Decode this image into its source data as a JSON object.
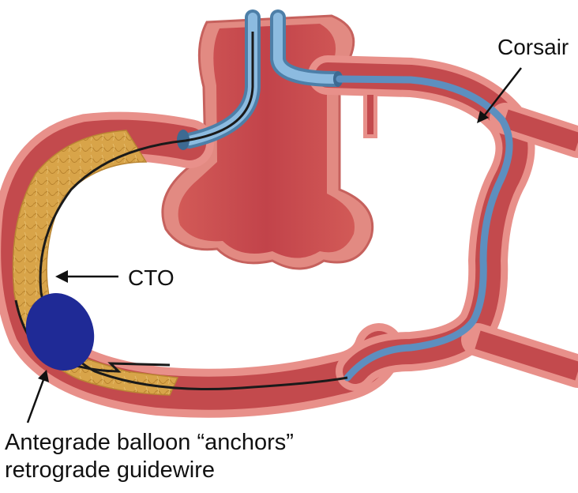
{
  "labels": {
    "corsair": "Corsair",
    "cto": "CTO",
    "caption_line1": "Antegrade balloon “anchors”",
    "caption_line2": "retrograde guidewire"
  },
  "colors": {
    "vessel_outer": "#e88b82",
    "vessel_inner": "#c94b4d",
    "vessel_lumen": "#b83a3f",
    "occlusion": "#d9a64a",
    "catheter": "#6fa3cf",
    "balloon": "#1f2a96",
    "wire": "#1a1a1a"
  }
}
